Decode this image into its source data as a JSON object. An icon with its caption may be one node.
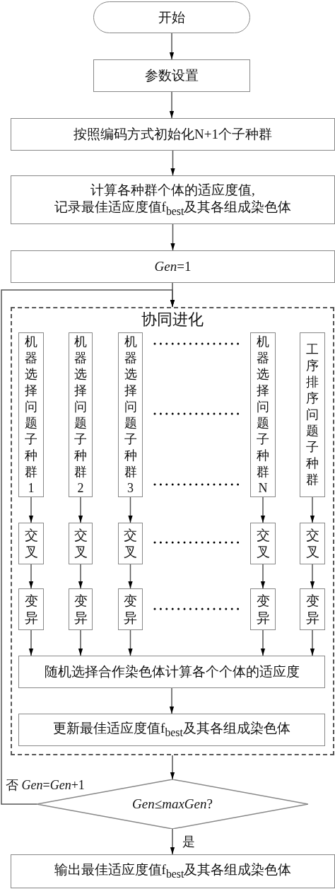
{
  "diagram": {
    "nodes": [
      {
        "text": [
          "开始"
        ]
      },
      {
        "text": [
          "参数设置"
        ]
      },
      {
        "text": [
          "按照编码方式初始化N+1个子种群"
        ]
      },
      {
        "text": [
          "计算各种群个体的适应度值, 记录最佳适应度值f$_{best}$及其各组成染色体"
        ]
      },
      {
        "text": [
          "*Gen*=1"
        ]
      },
      {
        "text": [
          "协同进化"
        ]
      },
      {
        "text": [
          "机器选择问题子种群1"
        ],
        "in": 5
      },
      {
        "text": [
          "机器选择问题子种群2"
        ],
        "in": 5
      },
      {
        "text": [
          "机器选择问题子种群3"
        ],
        "in": 5
      },
      {
        "text": [
          "机器选择问题子种群N"
        ],
        "in": 5
      },
      {
        "text": [
          "工序排序问题子种群"
        ],
        "in": 5
      },
      {
        "text": [
          "交叉"
        ],
        "in": 5
      },
      {
        "text": [
          "交叉"
        ],
        "in": 5
      },
      {
        "text": [
          "交叉"
        ],
        "in": 5
      },
      {
        "text": [
          "交叉"
        ],
        "in": 5
      },
      {
        "text": [
          "交叉"
        ],
        "in": 5
      },
      {
        "text": [
          "变异"
        ],
        "in": 5
      },
      {
        "text": [
          "变异"
        ],
        "in": 5
      },
      {
        "text": [
          "变异"
        ],
        "in": 5
      },
      {
        "text": [
          "变异"
        ],
        "in": 5
      },
      {
        "text": [
          "变异"
        ],
        "in": 5
      },
      {
        "text": [
          "随机选择合作染色体计算各个个体的适应度"
        ],
        "in": 5
      },
      {
        "text": [
          "更新最佳适应度值f$_{best}$及其各组成染色体"
        ],
        "in": 5
      },
      {
        "text": [
          "*Gen*≤*maxGen*?"
        ]
      },
      {
        "text": [
          "输出最佳适应度值f$_{best}$及其各组成染色体"
        ]
      }
    ],
    "edges": [
      {
        "from": 0,
        "to": 1,
        "arrow": "to"
      },
      {
        "from": 1,
        "to": 2,
        "arrow": "to"
      },
      {
        "from": 2,
        "to": 3,
        "arrow": "to"
      },
      {
        "from": 3,
        "to": 4,
        "arrow": "to"
      },
      {
        "from": 4,
        "to": 5,
        "arrow": "to"
      },
      {
        "from": 6,
        "to": 11,
        "arrow": "to"
      },
      {
        "from": 7,
        "to": 12,
        "arrow": "to"
      },
      {
        "from": 8,
        "to": 13,
        "arrow": "to"
      },
      {
        "from": 9,
        "to": 14,
        "arrow": "to"
      },
      {
        "from": 10,
        "to": 15,
        "arrow": "to"
      },
      {
        "from": 11,
        "to": 16,
        "arrow": "to"
      },
      {
        "from": 12,
        "to": 17,
        "arrow": "to"
      },
      {
        "from": 13,
        "to": 18,
        "arrow": "to"
      },
      {
        "from": 14,
        "to": 19,
        "arrow": "to"
      },
      {
        "from": 15,
        "to": 20,
        "arrow": "to"
      },
      {
        "from": 16,
        "to": 21,
        "arrow": "to"
      },
      {
        "from": 17,
        "to": 21,
        "arrow": "to"
      },
      {
        "from": 18,
        "to": 21,
        "arrow": "to"
      },
      {
        "from": 19,
        "to": 21,
        "arrow": "to"
      },
      {
        "from": 20,
        "to": 21,
        "arrow": "to"
      },
      {
        "from": 21,
        "to": 22,
        "arrow": "to"
      },
      {
        "from": 5,
        "to": 23,
        "arrow": "to"
      },
      {
        "from": 23,
        "to": 24,
        "label": "是",
        "arrow": "to"
      },
      {
        "from": 23,
        "to": 5,
        "label": "否 *Gen*=*Gen*+1",
        "arrow": "to"
      }
    ]
  }
}
